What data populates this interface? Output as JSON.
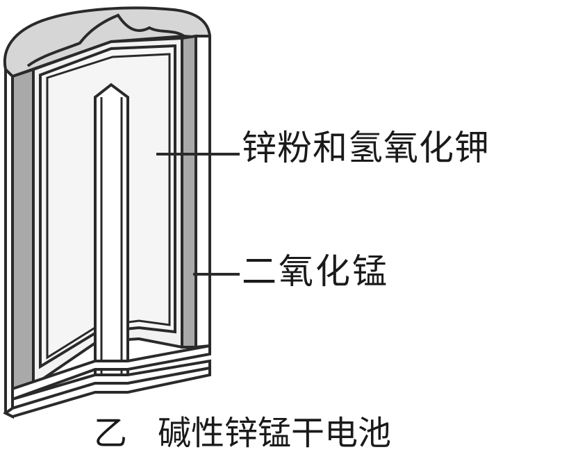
{
  "labels": {
    "zinc_powder_koh": "锌粉和氢氧化钾",
    "manganese_dioxide": "二氧化锰"
  },
  "caption": {
    "figure_letter": "乙",
    "title": "碱性锌锰干电池"
  },
  "colors": {
    "outline": "#2a2a2a",
    "casing_gray": "#a9a9a9",
    "interior_light": "#f2f2f2",
    "rod_white": "#ffffff",
    "cap_gray": "#d6d6d6"
  }
}
